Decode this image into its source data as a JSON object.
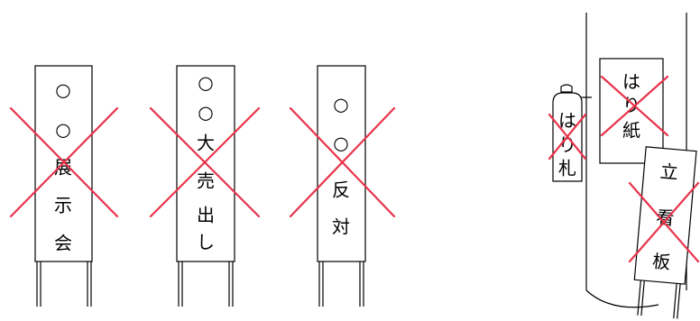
{
  "signs": [
    {
      "id": "exhibition",
      "chars": [
        "○",
        "○",
        "展",
        "示",
        "会"
      ]
    },
    {
      "id": "sale",
      "chars": [
        "○",
        "○",
        "大",
        "売",
        "出",
        "し"
      ]
    },
    {
      "id": "opposition",
      "chars": [
        "○",
        "○",
        "反",
        "対"
      ]
    }
  ],
  "pole_items": {
    "poster": {
      "chars": [
        "は",
        "り",
        "紙"
      ]
    },
    "tag": {
      "chars": [
        "は",
        "り",
        "札"
      ]
    },
    "standing_sign": {
      "chars": [
        "立",
        "看",
        "板"
      ]
    }
  },
  "colors": {
    "cross": "#e8334a",
    "line": "#000000",
    "background": "#ffffff"
  }
}
